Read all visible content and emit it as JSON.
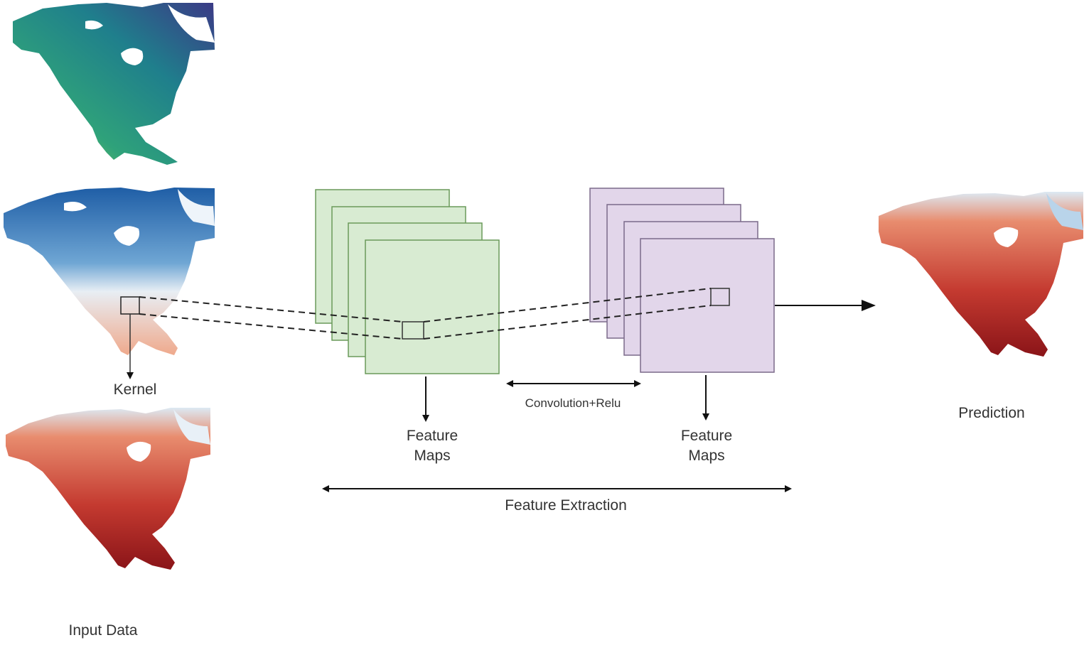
{
  "labels": {
    "input_data": "Input Data",
    "kernel": "Kernel",
    "feature_maps_1": [
      "Feature",
      "Maps"
    ],
    "feature_maps_2": [
      "Feature",
      "Maps"
    ],
    "convolution": "Convolution+Relu",
    "feature_extraction": "Feature Extraction",
    "prediction": "Prediction"
  },
  "colors": {
    "feature_map_green_fill": "#d8ebd2",
    "feature_map_green_stroke": "#6a9a5a",
    "feature_map_purple_fill": "#e2d6ea",
    "feature_map_purple_stroke": "#7b6a8a",
    "map_viridis_dark": "#3b3a86",
    "map_viridis_mid": "#2a9a86",
    "map_viridis_light": "#9bd449",
    "map_blue_dark": "#1f5ea6",
    "map_blue_light": "#cfe2f0",
    "map_red_dark": "#9e1b1f",
    "map_red_light": "#f1b19a",
    "arrow": "#111111"
  },
  "icons": {
    "input_maps": [
      "north-america-temperature-map",
      "north-america-precipitation-map",
      "north-america-red-map"
    ],
    "prediction_map": "north-america-prediction-map"
  }
}
